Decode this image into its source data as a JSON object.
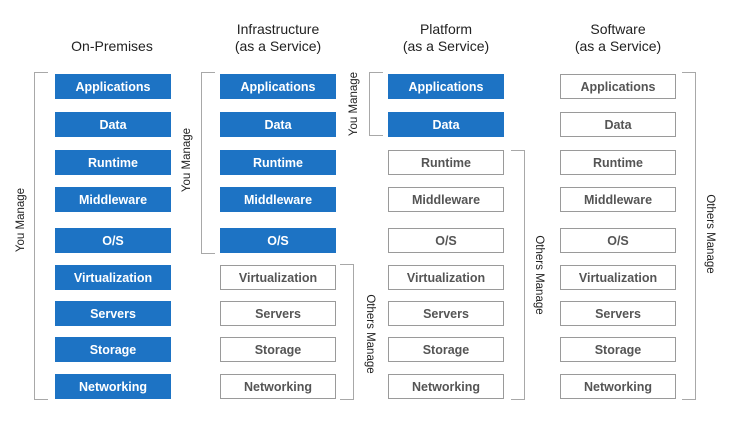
{
  "layers": [
    "Applications",
    "Data",
    "Runtime",
    "Middleware",
    "O/S",
    "Virtualization",
    "Servers",
    "Storage",
    "Networking"
  ],
  "columns": [
    {
      "title_line1": "On-Premises",
      "title_line2": "",
      "you_manage_count": 9
    },
    {
      "title_line1": "Infrastructure",
      "title_line2": "(as a Service)",
      "you_manage_count": 5
    },
    {
      "title_line1": "Platform",
      "title_line2": "(as a Service)",
      "you_manage_count": 2
    },
    {
      "title_line1": "Software",
      "title_line2": "(as a Service)",
      "you_manage_count": 0
    }
  ],
  "labels": {
    "you_manage": "You Manage",
    "others_manage": "Others Manage"
  },
  "colors": {
    "you_manage_fill": "#1d73c4",
    "others_manage_border": "#9a9a9a",
    "bracket": "#a8a8a8"
  }
}
